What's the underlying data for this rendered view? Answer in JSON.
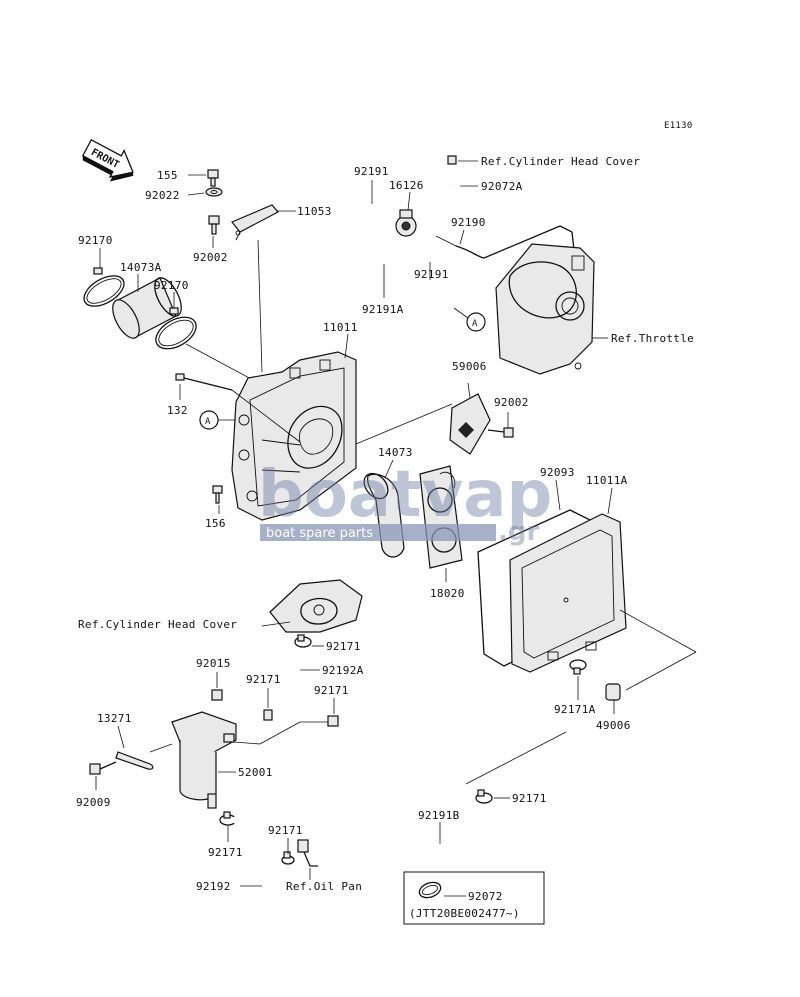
{
  "diagram_code": "E1130",
  "front_label": "FRONT",
  "callouts": {
    "c155": "155",
    "c92022": "92022",
    "c11053": "11053",
    "c92002_top": "92002",
    "c92170_left": "92170",
    "c14073A": "14073A",
    "c92170_right": "92170",
    "c92191_top": "92191",
    "c16126": "16126",
    "c92072A": "92072A",
    "c92190": "92190",
    "c92191_mid": "92191",
    "c92191A": "92191A",
    "c11011": "11011",
    "c59006": "59006",
    "c92002_mid": "92002",
    "c132": "132",
    "c156": "156",
    "c14073": "14073",
    "c92093": "92093",
    "c11011A": "11011A",
    "c18020": "18020",
    "c92171_a": "92171",
    "c92192A": "92192A",
    "c92015": "92015",
    "c92171_b": "92171",
    "c92171_c": "92171",
    "c13271": "13271",
    "c52001": "52001",
    "c92009": "92009",
    "c92171A": "92171A",
    "c49006": "49006",
    "c92171_d": "92171",
    "c92191B": "92191B",
    "c92171_e": "92171",
    "c92171_f": "92171",
    "c92192": "92192",
    "c92072": "92072"
  },
  "references": {
    "cyl_head_top": "Ref.Cylinder Head Cover",
    "throttle": "Ref.Throttle",
    "cyl_head_mid": "Ref.Cylinder Head Cover",
    "oil_pan": "Ref.Oil Pan"
  },
  "markers": {
    "a_left": "A",
    "a_right": "A"
  },
  "serial_note": "(JTT20BE002477~)",
  "watermark": {
    "brand": "boatvap",
    "suffix": ".gr",
    "tagline": "boat spare parts"
  }
}
